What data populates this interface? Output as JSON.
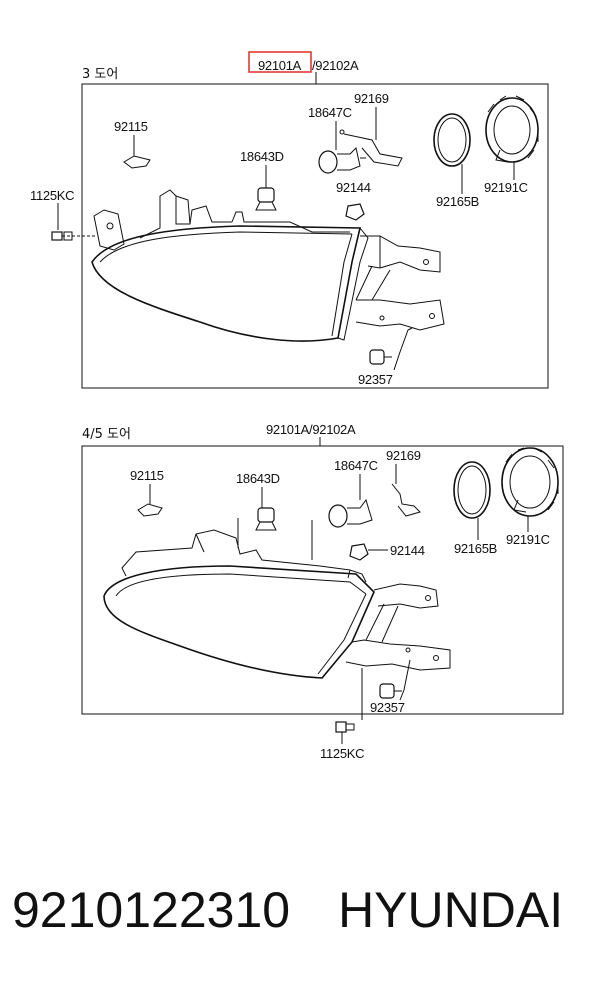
{
  "highlight_color": "#e53935",
  "top_panel": {
    "title": "3 도어",
    "labels": {
      "main_a": "92101A",
      "main_b": "/92102A",
      "screw": "92115",
      "bulb": "18647C",
      "cover_clip": "92169",
      "side_bulb": "18643D",
      "nut": "92144",
      "ring": "92165B",
      "cap": "92191C",
      "bolt": "1125KC",
      "grommet": "92357"
    }
  },
  "bottom_panel": {
    "title": "4/5 도어",
    "labels": {
      "main": "92101A/92102A",
      "screw": "92115",
      "side_bulb": "18643D",
      "bulb": "18647C",
      "cover_clip": "92169",
      "nut": "92144",
      "ring": "92165B",
      "cap": "92191C",
      "grommet": "92357",
      "bolt": "1125KC"
    }
  },
  "footer": {
    "part_number": "9210122310",
    "brand": "HYUNDAI"
  }
}
